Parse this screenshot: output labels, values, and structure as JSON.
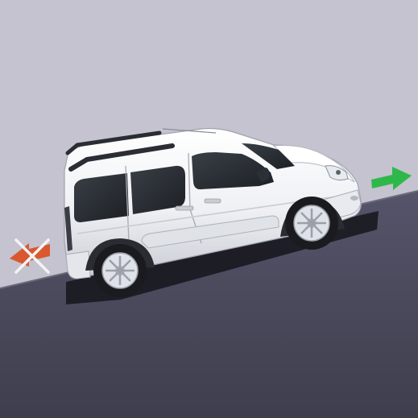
{
  "scene": {
    "subject": "van",
    "direction_forbidden": "reverse",
    "direction_allowed": "forward",
    "colors": {
      "sky": "#c4c3cf",
      "road": "#4b4a58",
      "van_body": "#f2f4f7",
      "window": "#2b3036",
      "forbidden_arrow": "#d9582f",
      "forbidden_cross": "#f4f4f4",
      "allowed_arrow": "#2fb84a"
    },
    "icons": [
      "forbidden-backward-arrow-icon",
      "allowed-forward-arrow-icon"
    ]
  }
}
